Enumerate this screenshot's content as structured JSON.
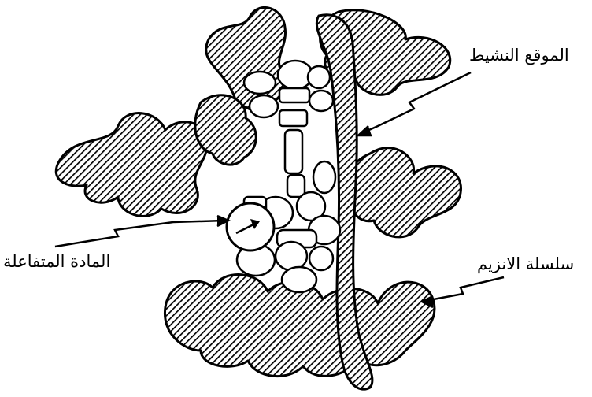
{
  "labels": {
    "active_site": "الموقع النشيط",
    "substrate": "المادة المتفاعلة",
    "enzyme_chain": "سلسلة الانزيم"
  },
  "colors": {
    "ink": "#000000",
    "paper": "#ffffff"
  },
  "illustration": {
    "subject": "enzyme-substrate",
    "fill_pattern": "diagonal-hatch"
  }
}
